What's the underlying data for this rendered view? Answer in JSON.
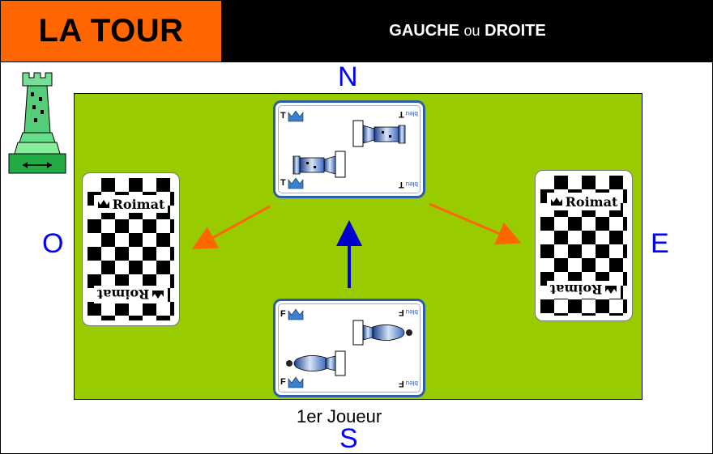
{
  "header": {
    "title": "LA TOUR",
    "subtitle_part1": "GAUCHE",
    "subtitle_part2": "ou",
    "subtitle_part3": "DROITE"
  },
  "directions": {
    "north": "N",
    "south": "S",
    "west": "O",
    "east": "E"
  },
  "first_player_label": "1er Joueur",
  "cards": {
    "back_brand": "Roimat",
    "north": {
      "rank": "T",
      "suit": "bleu"
    },
    "south": {
      "rank": "F",
      "suit": "bleu"
    }
  },
  "colors": {
    "header_orange": "#ff6600",
    "header_black": "#000000",
    "table_green": "#99cc00",
    "direction_blue": "#0000ff",
    "arrow_blue": "#0000cc",
    "arrow_orange": "#ff6600",
    "card_border_blue": "#2d5fa8",
    "tower_green": "#33cc66"
  },
  "icons": [
    "tower-icon",
    "crown-icon",
    "double-arrow-icon",
    "rook-piece-icon",
    "bishop-piece-icon"
  ]
}
